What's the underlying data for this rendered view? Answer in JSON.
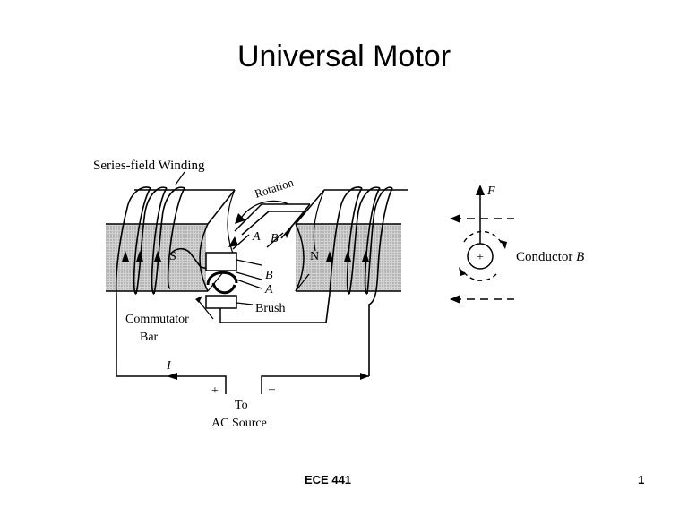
{
  "slide": {
    "title": "Universal Motor",
    "footer": "ECE 441",
    "page_number": "1"
  },
  "diagram": {
    "labels": {
      "series_field_winding": "Series-field Winding",
      "rotation": "Rotation",
      "south_pole": "S",
      "north_pole": "N",
      "coil_side_a": "A",
      "coil_side_b": "B",
      "commutator_b": "B",
      "commutator_a": "A",
      "brush": "Brush",
      "commutator_bar_line1": "Commutator",
      "commutator_bar_line2": "Bar",
      "current": "I",
      "plus": "+",
      "minus": "–",
      "source_line1": "To",
      "source_line2": "AC Source"
    },
    "conductor_detail": {
      "force_label": "F",
      "conductor_label": "Conductor ",
      "conductor_name": "B",
      "conductor_symbol": "+"
    }
  },
  "colors": {
    "ink": "#000000",
    "pole_shading": "#c8c8c8"
  }
}
